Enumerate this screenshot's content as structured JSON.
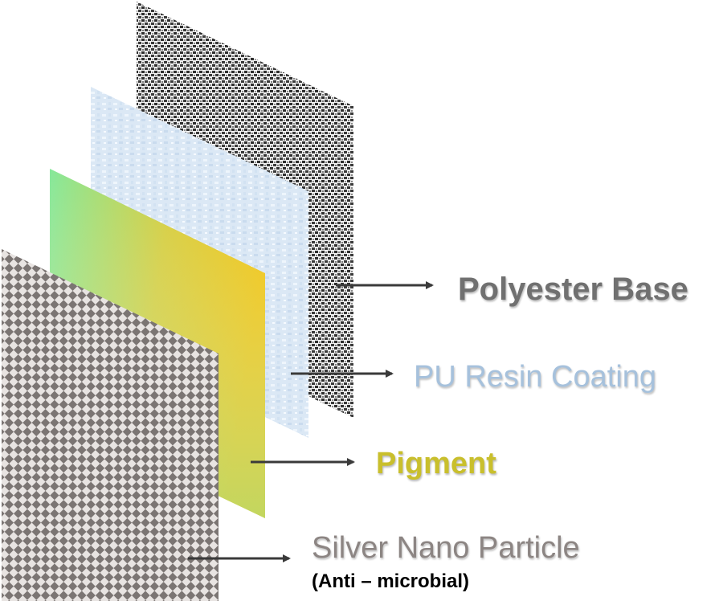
{
  "layers": [
    {
      "id": "polyester",
      "label": "Polyester Base",
      "color": "#707070"
    },
    {
      "id": "pu",
      "label": "PU Resin Coating",
      "color": "#a6c1dc"
    },
    {
      "id": "pigment",
      "label": "Pigment",
      "color": "#c9bf2c"
    },
    {
      "id": "silver",
      "label": "Silver Nano Particle",
      "sublabel": "(Anti – microbial)",
      "color": "#8c8583"
    }
  ],
  "colors": {
    "arrow": "#3a3a3a",
    "pu_fill": "#dbe9f6",
    "pigment_gradient": [
      "#86e89a",
      "#f2c20a"
    ],
    "silver_checker": [
      "#7b7573",
      "#e7e3e1"
    ],
    "polyester_weave": [
      "#2f2f2f",
      "#f2f2f2"
    ]
  }
}
